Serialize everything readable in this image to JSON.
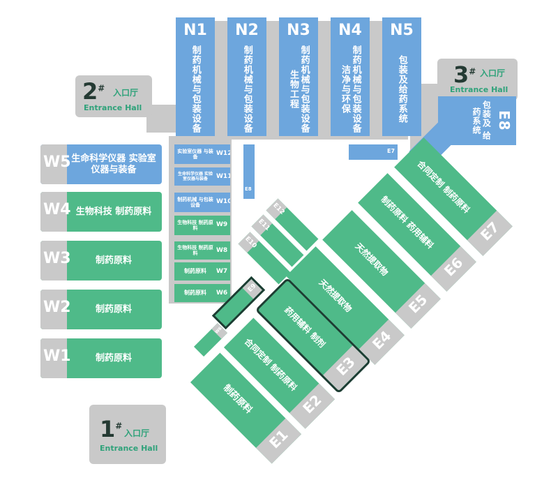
{
  "north_halls": [
    {
      "code": "N1",
      "label": "制药机械与包装设备"
    },
    {
      "code": "N2",
      "label": "制药机械与包装设备"
    },
    {
      "code": "N3",
      "label": "制药机械与包装设备 生物工程"
    },
    {
      "code": "N4",
      "label": "制药机械与包装设备 洁净与环保"
    },
    {
      "code": "N5",
      "label": "包装及给药系统"
    }
  ],
  "w_large_halls": [
    {
      "code": "W5",
      "label": "生命科学仪器 实验室仪器与装备"
    },
    {
      "code": "W4",
      "label": "生物科技 制药原料"
    },
    {
      "code": "W3",
      "label": "制药原料"
    },
    {
      "code": "W2",
      "label": "制药原料"
    },
    {
      "code": "W1",
      "label": "制药原料"
    }
  ],
  "w_small_halls": [
    {
      "code": "W12",
      "label": "实验室仪器 与装备"
    },
    {
      "code": "W11",
      "label": "生命科学仪器 实验室仪器与装备"
    },
    {
      "code": "W10",
      "label": "制药机械 与包装设备"
    },
    {
      "code": "W9",
      "label": "生物科技 制药原料"
    },
    {
      "code": "W8",
      "label": "生物科技 制药原料"
    },
    {
      "code": "W7",
      "label": "制药原料"
    },
    {
      "code": "W6",
      "label": "制药原料"
    }
  ],
  "e_halls": [
    {
      "code": "E1",
      "label": "制药原料"
    },
    {
      "code": "E2",
      "label": "合同定制 制药原料"
    },
    {
      "code": "E3",
      "label": "药用辅料 制剂"
    },
    {
      "code": "E4",
      "label": "天然提取物"
    },
    {
      "code": "E5",
      "label": "天然提取物"
    },
    {
      "code": "E6",
      "label": "制药原料 药用辅料"
    },
    {
      "code": "E7",
      "label": "合同定制 制药原料"
    },
    {
      "code": "E8",
      "label": "包装及 给药系统"
    }
  ],
  "e_small_halls": [
    {
      "code": "E12",
      "label": ""
    },
    {
      "code": "E11",
      "label": ""
    },
    {
      "code": "E10",
      "label": ""
    },
    {
      "code": "E9",
      "label": ""
    },
    {
      "code": "W6",
      "label": ""
    }
  ],
  "e8_small": {
    "code": "E7",
    "label": ""
  },
  "mid_small": {
    "code": "E8",
    "label": ""
  },
  "entrances": [
    {
      "number": "1",
      "sup": "#",
      "cn": "入口厅",
      "en": "Entrance Hall"
    },
    {
      "number": "2",
      "sup": "#",
      "cn": "入口厅",
      "en": "Entrance Hall"
    },
    {
      "number": "3",
      "sup": "#",
      "cn": "入口厅",
      "en": "Entrance Hall"
    }
  ]
}
